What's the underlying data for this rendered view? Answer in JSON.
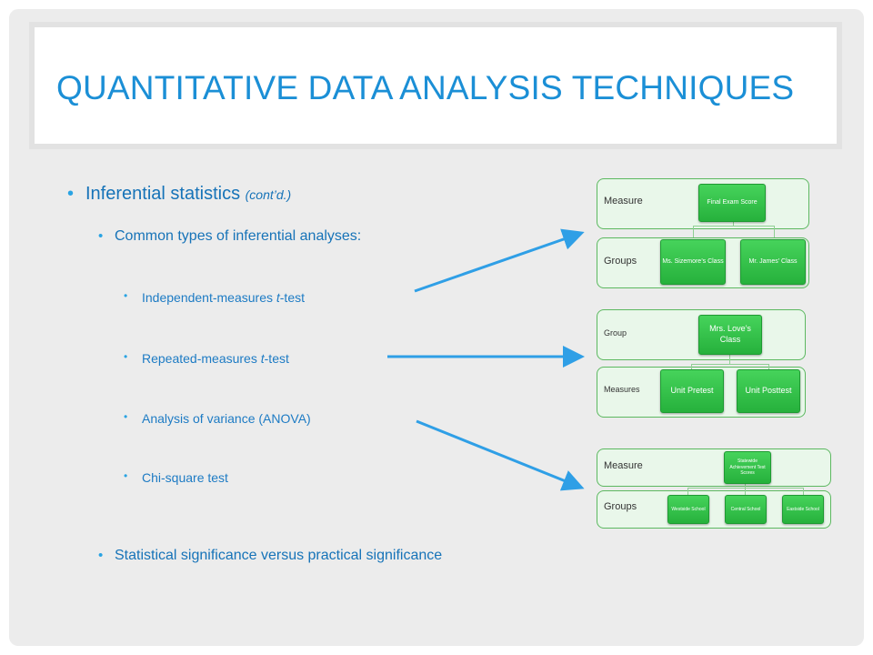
{
  "title": "QUANTITATIVE DATA ANALYSIS TECHNIQUES",
  "bullets": {
    "inferential": "Inferential statistics",
    "contd": "(cont’d.)",
    "common_types": "Common types of inferential analyses:",
    "ind_pre": "Independent-measures ",
    "ind_t": "t",
    "ind_post": "-test",
    "rep_pre": "Repeated-measures ",
    "rep_t": "t",
    "rep_post": "-test",
    "anova": "Analysis of variance (ANOVA)",
    "chi": "Chi-square test",
    "significance": "Statistical significance versus practical significance"
  },
  "diagram1": {
    "top_label": "Measure",
    "bottom_label": "Groups",
    "root": "Final Exam Score",
    "child1": "Ms. Sizemore’s Class",
    "child2": "Mr. James’ Class"
  },
  "diagram2": {
    "top_label": "Group",
    "bottom_label": "Measures",
    "root": "Mrs. Love’s Class",
    "child1": "Unit Pretest",
    "child2": "Unit Posttest"
  },
  "diagram3": {
    "top_label": "Measure",
    "bottom_label": "Groups",
    "root": "Statewide Achievement Test Scores",
    "child1": "Westside School",
    "child2": "Central School",
    "child3": "Eastside School"
  },
  "colors": {
    "title": "#1b8fd6",
    "text": "#1673b8",
    "arrow": "#2f9fe6",
    "node": "#2bb840",
    "band": "#e9f7ea"
  }
}
